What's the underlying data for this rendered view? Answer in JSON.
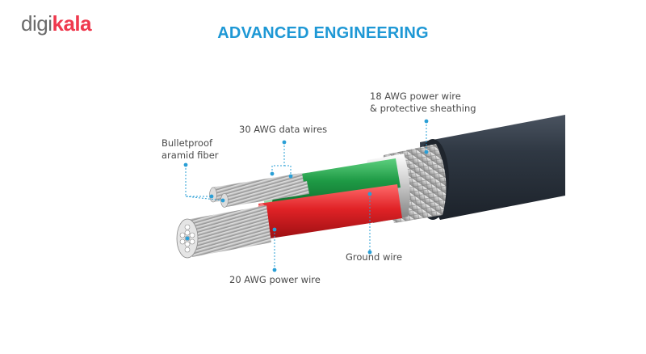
{
  "logo": {
    "part1": "digi",
    "part2": "kala"
  },
  "title": "ADVANCED ENGINEERING",
  "labels": {
    "power_wire_18": [
      "18 AWG power wire",
      "& protective sheathing"
    ],
    "data_wires": "30 AWG data wires",
    "aramid": [
      "Bulletproof",
      "aramid fiber"
    ],
    "ground": "Ground wire",
    "power_wire_20": "20 AWG power wire"
  },
  "colors": {
    "title": "#1e98d5",
    "logo_gray": "#6b6b6b",
    "logo_red": "#ef394e",
    "callout": "#2a9fd6",
    "jacket": "#2b3440",
    "green_wire": "#1e9a45",
    "red_wire": "#e02226"
  }
}
